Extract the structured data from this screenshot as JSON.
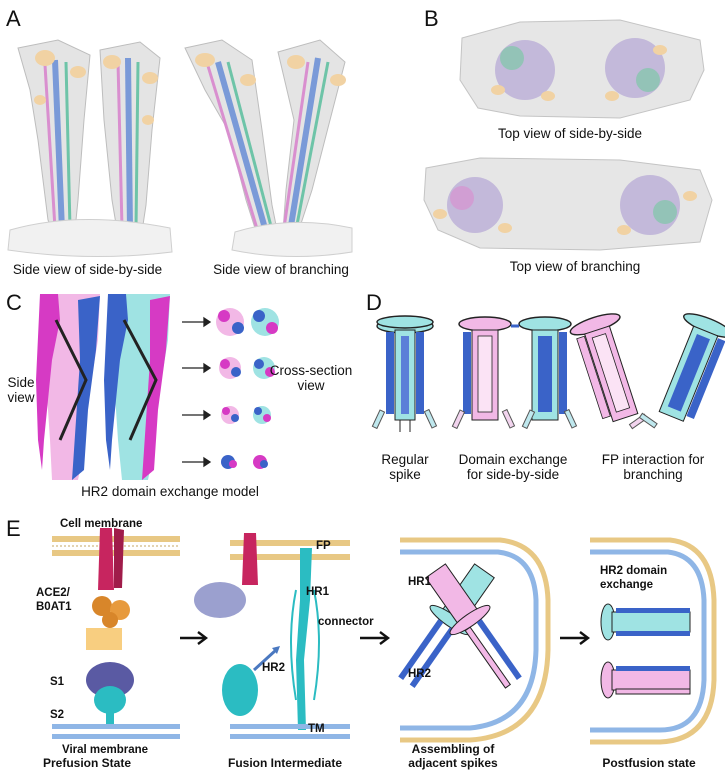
{
  "panels": {
    "A": {
      "letter": "A",
      "captions": [
        "Side view of side-by-side",
        "Side view of branching"
      ]
    },
    "B": {
      "letter": "B",
      "captions": [
        "Top view of side-by-side",
        "Top view of branching"
      ]
    },
    "C": {
      "letter": "C",
      "side_view": "Side view",
      "cross_section_view": "Cross-section\nview",
      "caption": "HR2 domain exchange model"
    },
    "D": {
      "letter": "D",
      "captions": [
        "Regular\nspike",
        "Domain exchange\nfor side-by-side",
        "FP interaction for\nbranching"
      ]
    },
    "E": {
      "letter": "E",
      "labels": {
        "cell_membrane": "Cell membrane",
        "ace2": "ACE2/\nB0AT1",
        "s1": "S1",
        "s2": "S2",
        "viral_membrane": "Viral membrane",
        "fp": "FP",
        "hr1": "HR1",
        "connector": "connector",
        "hr2": "HR2",
        "tm": "TM",
        "hr1_b": "HR1",
        "hr2_b": "HR2",
        "hr2_exchange": "HR2 domain\nexchange"
      },
      "stages": [
        "Prefusion State",
        "Fusion Intermediate",
        "Assembling of\nadjacent spikes",
        "Postfusion state"
      ]
    }
  },
  "colors": {
    "cyan": "#9fe3e3",
    "blue": "#3a63c8",
    "pink": "#f2b8e6",
    "magenta": "#d63ac4",
    "membrane_head": "#e8c884",
    "membrane_blue": "#8fb6e6",
    "receptor_red": "#c7255f",
    "receptor_orange": "#d8862a",
    "teal": "#2bbcc2",
    "navy": "#5a5aa3"
  }
}
